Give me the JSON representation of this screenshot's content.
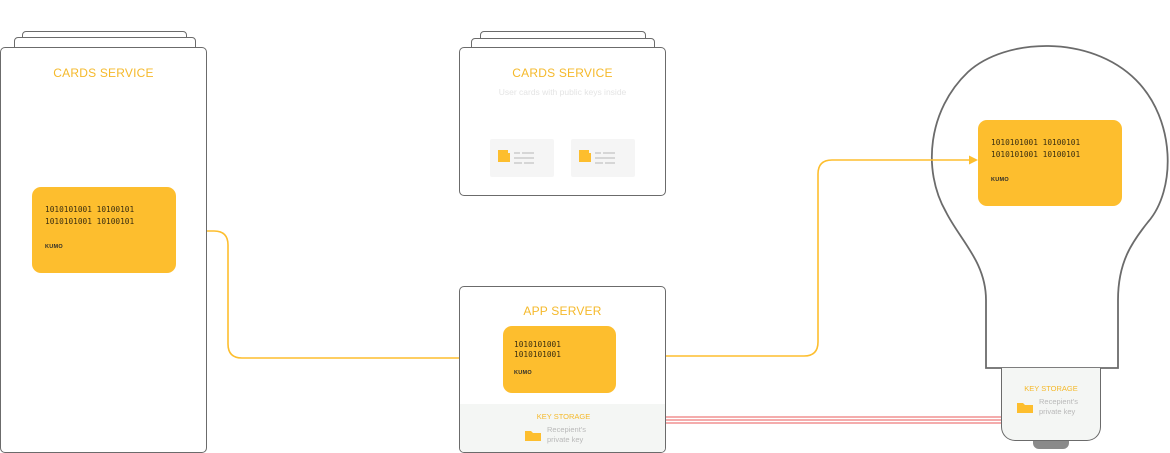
{
  "cards_service_left": {
    "title": "CARDS SERVICE"
  },
  "cards_service_center": {
    "title": "CARDS SERVICE",
    "subtitle": "User cards with public keys inside"
  },
  "app_server": {
    "title": "APP SERVER"
  },
  "cards": {
    "left": {
      "line1": "1010101001 10100101",
      "line2": "1010101001 10100101",
      "logo": "KUMO"
    },
    "server": {
      "line1": "1010101001",
      "line2": "1010101001",
      "logo": "KUMO"
    },
    "bulb": {
      "line1": "1010101001 10100101",
      "line2": "1010101001 10100101",
      "logo": "KUMO"
    }
  },
  "key_storage_server": {
    "title": "KEY STORAGE",
    "line1": "Recepient's",
    "line2": "private key"
  },
  "key_storage_bulb": {
    "title": "KEY STORAGE",
    "line1": "Recepient's",
    "line2": "private key"
  },
  "colors": {
    "accent": "#fdbe2e",
    "outline": "#6b6b6b",
    "link": "#e85a5a"
  }
}
